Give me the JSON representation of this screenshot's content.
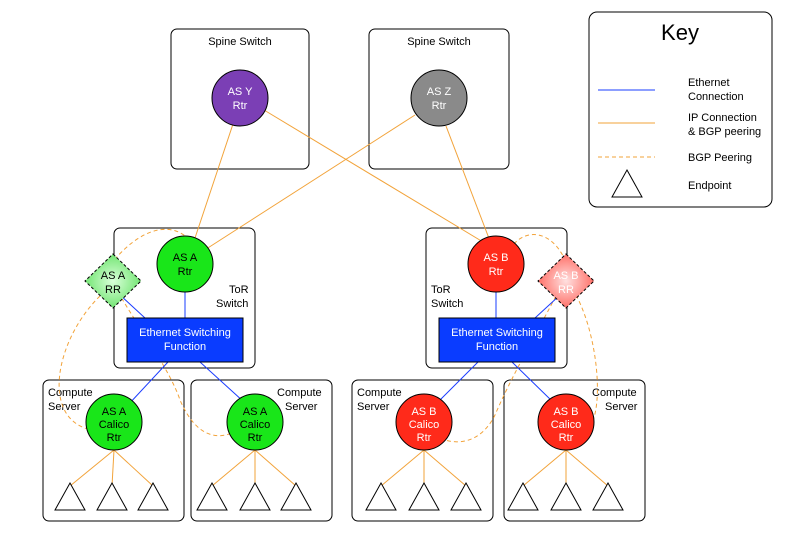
{
  "colors": {
    "purple": "#7b3fb5",
    "gray": "#8a8a8a",
    "green": "#19e619",
    "red": "#ff2a1a",
    "ethernet": "#1a3cff",
    "ip_bgp": "#f2a33a",
    "switch_fill": "#0a3cff"
  },
  "spines": [
    {
      "title": "Spine Switch",
      "router_line1": "AS Y",
      "router_line2": "Rtr"
    },
    {
      "title": "Spine Switch",
      "router_line1": "AS Z",
      "router_line2": "Rtr"
    }
  ],
  "tors": [
    {
      "label_line1": "ToR",
      "label_line2": "Switch",
      "router_line1": "AS A",
      "router_line2": "Rtr",
      "rr_line1": "AS A",
      "rr_line2": "RR",
      "switch_line1": "Ethernet Switching",
      "switch_line2": "Function"
    },
    {
      "label_line1": "ToR",
      "label_line2": "Switch",
      "router_line1": "AS B",
      "router_line2": "Rtr",
      "rr_line1": "AS B",
      "rr_line2": "RR",
      "switch_line1": "Ethernet Switching",
      "switch_line2": "Function"
    }
  ],
  "computes": [
    {
      "label_line1": "Compute",
      "label_line2": "Server",
      "router_line1": "AS A",
      "router_line2": "Calico",
      "router_line3": "Rtr"
    },
    {
      "label_line1": "Compute",
      "label_line2": "Server",
      "router_line1": "AS A",
      "router_line2": "Calico",
      "router_line3": "Rtr"
    },
    {
      "label_line1": "Compute",
      "label_line2": "Server",
      "router_line1": "AS B",
      "router_line2": "Calico",
      "router_line3": "Rtr"
    },
    {
      "label_line1": "Compute",
      "label_line2": "Server",
      "router_line1": "AS B",
      "router_line2": "Calico",
      "router_line3": "Rtr"
    }
  ],
  "key": {
    "title": "Key",
    "ethernet_line1": "Ethernet",
    "ethernet_line2": "Connection",
    "ip_line1": "IP Connection",
    "ip_line2": "& BGP peering",
    "bgp": "BGP Peering",
    "endpoint": "Endpoint"
  }
}
